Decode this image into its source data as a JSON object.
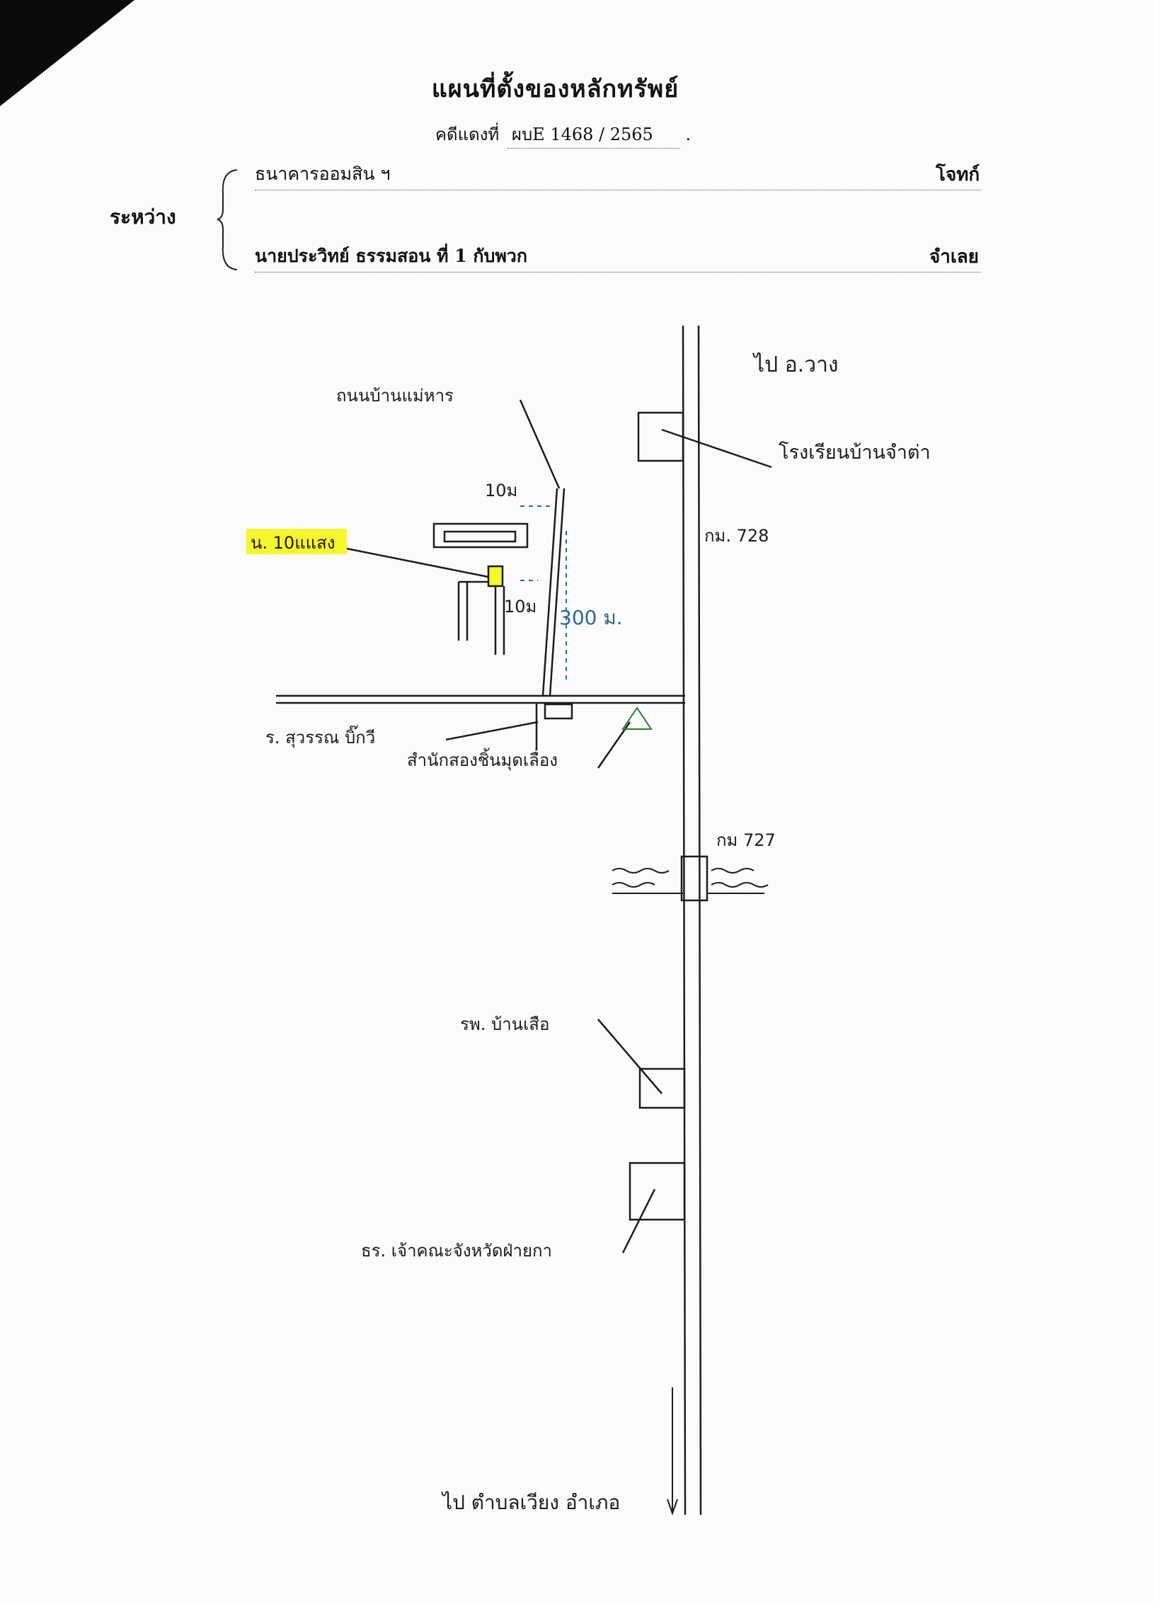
{
  "document": {
    "title": "แผนที่ตั้งของหลักทรัพย์",
    "case_label": "คดีแดงที่",
    "case_number": "ผบE 1468 / 2565",
    "between_label": "ระหว่าง",
    "plaintiff_name": "ธนาคารออมสิน ฯ",
    "plaintiff_role": "โจทก์",
    "defendant_name": "นายประวิทย์  ธรรมสอน  ที่ 1 กับพวก",
    "defendant_role": "จำเลย"
  },
  "map": {
    "direction_north": "ไป อ.วาง",
    "direction_south": "ไป ตำบลเวียง อำเภอ",
    "road_entrance": "ถนนบ้านแม่หาร",
    "school": "โรงเรียนบ้านจำต่า",
    "km_upper": "กม. 728",
    "km_lower": "กม 727",
    "property_label": "น. 10แแสง",
    "dist_top": "10ม",
    "dist_mid": "10ม",
    "dist_road": "300 ม.",
    "shop": "ร. สุวรรณ บิ๊กวี",
    "police": "สำนักสองชิ้นมุดเลื่อง",
    "hospital": "รพ. บ้านเสือ",
    "temple": "ธร. เจ้าคณะจังหวัดฝ่ายกา",
    "highlight_color": "#f5f530",
    "line_color": "#1c1c1c",
    "dashed_color": "#2b6b8c"
  }
}
